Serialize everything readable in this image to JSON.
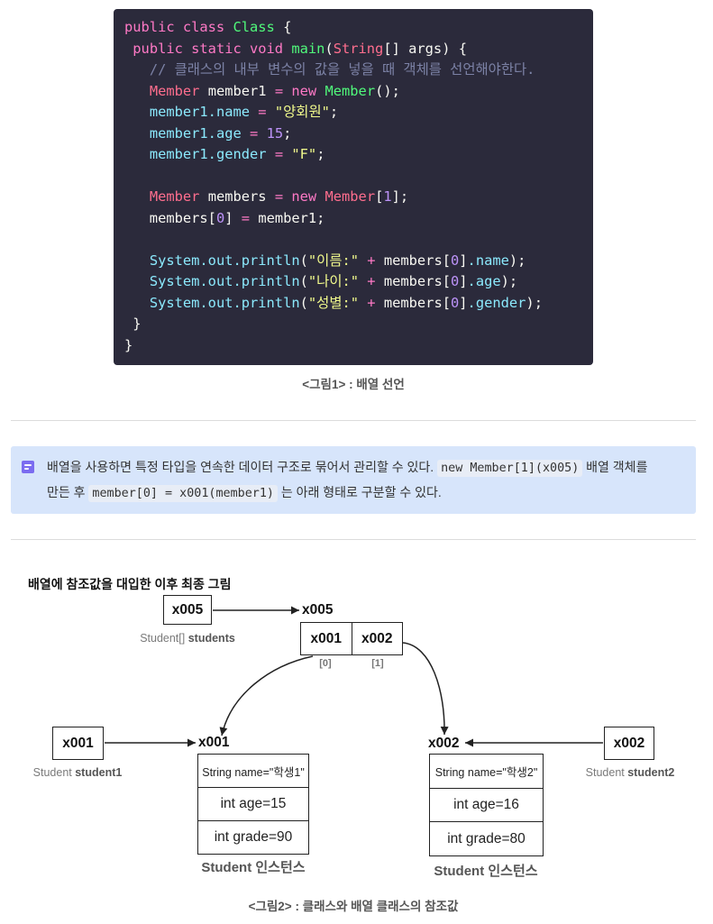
{
  "code_block": {
    "theme": {
      "background": "#2b2a3b",
      "plain": "#f8f8f2"
    },
    "lines": [
      [
        {
          "t": "public class",
          "c": "#ff79c6"
        },
        {
          "t": " "
        },
        {
          "t": "Class",
          "c": "#50fa7b"
        },
        {
          "t": " {"
        }
      ],
      [
        {
          "t": " "
        },
        {
          "t": "public static void",
          "c": "#ff79c6"
        },
        {
          "t": " "
        },
        {
          "t": "main",
          "c": "#50fa7b"
        },
        {
          "t": "("
        },
        {
          "t": "String",
          "c": "#ff6e8e"
        },
        {
          "t": "[] args) {"
        }
      ],
      [
        {
          "t": "   "
        },
        {
          "t": "// 클래스의 내부 변수의 값을 넣을 때 객체를 선언해야한다.",
          "c": "#7c82a6"
        }
      ],
      [
        {
          "t": "   "
        },
        {
          "t": "Member",
          "c": "#ff6e8e"
        },
        {
          "t": " member1 "
        },
        {
          "t": "=",
          "c": "#ff79c6"
        },
        {
          "t": " "
        },
        {
          "t": "new",
          "c": "#ff79c6"
        },
        {
          "t": " "
        },
        {
          "t": "Member",
          "c": "#50fa7b"
        },
        {
          "t": "();"
        }
      ],
      [
        {
          "t": "   "
        },
        {
          "t": "member1.name",
          "c": "#8be9fd"
        },
        {
          "t": " "
        },
        {
          "t": "=",
          "c": "#ff79c6"
        },
        {
          "t": " "
        },
        {
          "t": "\"양회원\"",
          "c": "#f1fa8c"
        },
        {
          "t": ";"
        }
      ],
      [
        {
          "t": "   "
        },
        {
          "t": "member1.age",
          "c": "#8be9fd"
        },
        {
          "t": " "
        },
        {
          "t": "=",
          "c": "#ff79c6"
        },
        {
          "t": " "
        },
        {
          "t": "15",
          "c": "#bd93f9"
        },
        {
          "t": ";"
        }
      ],
      [
        {
          "t": "   "
        },
        {
          "t": "member1.gender",
          "c": "#8be9fd"
        },
        {
          "t": " "
        },
        {
          "t": "=",
          "c": "#ff79c6"
        },
        {
          "t": " "
        },
        {
          "t": "\"F\"",
          "c": "#f1fa8c"
        },
        {
          "t": ";"
        }
      ],
      [],
      [
        {
          "t": "   "
        },
        {
          "t": "Member",
          "c": "#ff6e8e"
        },
        {
          "t": " members "
        },
        {
          "t": "=",
          "c": "#ff79c6"
        },
        {
          "t": " "
        },
        {
          "t": "new",
          "c": "#ff79c6"
        },
        {
          "t": " "
        },
        {
          "t": "Member",
          "c": "#ff6e8e"
        },
        {
          "t": "["
        },
        {
          "t": "1",
          "c": "#bd93f9"
        },
        {
          "t": "];"
        }
      ],
      [
        {
          "t": "   members["
        },
        {
          "t": "0",
          "c": "#bd93f9"
        },
        {
          "t": "] "
        },
        {
          "t": "=",
          "c": "#ff79c6"
        },
        {
          "t": " member1;"
        }
      ],
      [],
      [
        {
          "t": "   "
        },
        {
          "t": "System.out.println",
          "c": "#8be9fd"
        },
        {
          "t": "("
        },
        {
          "t": "\"이름:\"",
          "c": "#f1fa8c"
        },
        {
          "t": " "
        },
        {
          "t": "+",
          "c": "#ff79c6"
        },
        {
          "t": " members["
        },
        {
          "t": "0",
          "c": "#bd93f9"
        },
        {
          "t": "]"
        },
        {
          "t": ".name",
          "c": "#8be9fd"
        },
        {
          "t": ");"
        }
      ],
      [
        {
          "t": "   "
        },
        {
          "t": "System.out.println",
          "c": "#8be9fd"
        },
        {
          "t": "("
        },
        {
          "t": "\"나이:\"",
          "c": "#f1fa8c"
        },
        {
          "t": " "
        },
        {
          "t": "+",
          "c": "#ff79c6"
        },
        {
          "t": " members["
        },
        {
          "t": "0",
          "c": "#bd93f9"
        },
        {
          "t": "]"
        },
        {
          "t": ".age",
          "c": "#8be9fd"
        },
        {
          "t": ");"
        }
      ],
      [
        {
          "t": "   "
        },
        {
          "t": "System.out.println",
          "c": "#8be9fd"
        },
        {
          "t": "("
        },
        {
          "t": "\"성별:\"",
          "c": "#f1fa8c"
        },
        {
          "t": " "
        },
        {
          "t": "+",
          "c": "#ff79c6"
        },
        {
          "t": " members["
        },
        {
          "t": "0",
          "c": "#bd93f9"
        },
        {
          "t": "]"
        },
        {
          "t": ".gender",
          "c": "#8be9fd"
        },
        {
          "t": ");"
        }
      ],
      [
        {
          "t": " }"
        }
      ],
      [
        {
          "t": "}"
        }
      ]
    ]
  },
  "figure_1_caption": "<그림1> : 배열 선언",
  "callout": {
    "background": "#d7e5fb",
    "icon": "memo-icon",
    "icon_color": "#7b6cf0",
    "lines": [
      [
        {
          "t": "배열을 사용하면 특정 타입을 연속한 데이터 구조로 묶어서 관리할 수 있다. "
        },
        {
          "t": "new Member[1](x005)",
          "code": true
        },
        {
          "t": " 배열 객체를"
        }
      ],
      [
        {
          "t": "만든 후 "
        },
        {
          "t": "member[0] = x001(member1)",
          "code": true
        },
        {
          "t": " 는 아래 형태로 구분할 수 있다."
        }
      ]
    ]
  },
  "diagram": {
    "title": "배열에 참조값을 대입한 이후 최종 그림",
    "students_ref": {
      "value": "x005",
      "type": "Student[]",
      "name": "students"
    },
    "array": {
      "address": "x005",
      "cells": [
        {
          "value": "x001",
          "index": "[0]"
        },
        {
          "value": "x002",
          "index": "[1]"
        }
      ]
    },
    "student1_ref": {
      "value": "x001",
      "type": "Student",
      "name": "student1"
    },
    "student2_ref": {
      "value": "x002",
      "type": "Student",
      "name": "student2"
    },
    "instances": [
      {
        "address": "x001",
        "fields": [
          "String name=\"학생1\"",
          "int age=15",
          "int grade=90"
        ],
        "caption": "Student 인스턴스"
      },
      {
        "address": "x002",
        "fields": [
          "String name=\"학생2\"",
          "int age=16",
          "int grade=80"
        ],
        "caption": "Student 인스턴스"
      }
    ]
  },
  "figure_2_caption": "<그림2> : 클래스와 배열 클래스의 참조값"
}
